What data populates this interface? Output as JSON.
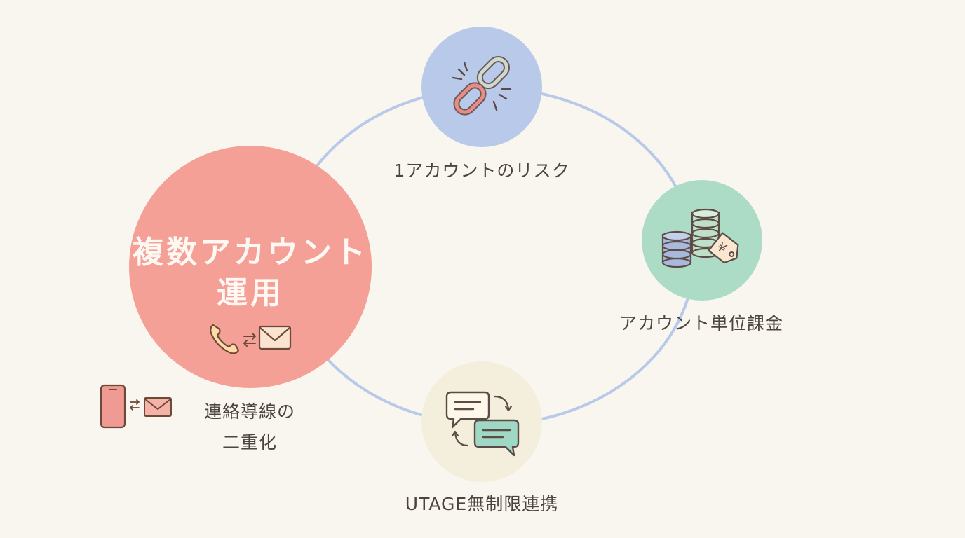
{
  "main_node": {
    "title_line1": "複数アカウント",
    "title_line2": "運用",
    "icon": "phone-mail-exchange-icon",
    "color": "#f4a097"
  },
  "nodes": [
    {
      "id": "risk",
      "label": "1アカウントのリスク",
      "icon": "broken-chain-icon",
      "color": "#b9c9e9"
    },
    {
      "id": "billing",
      "label": "アカウント単位課金",
      "icon": "coins-price-tag-icon",
      "color": "#addcc6"
    },
    {
      "id": "utage",
      "label": "UTAGE無制限連携",
      "icon": "chat-bubbles-sync-icon",
      "color": "#f4efdc"
    }
  ],
  "side_note": {
    "line1": "連絡導線の",
    "line2": "二重化",
    "icon": "smartphone-mail-icon"
  },
  "colors": {
    "background": "#f8f6ee",
    "ring": "#b9c9e9",
    "text": "#4d4440"
  }
}
